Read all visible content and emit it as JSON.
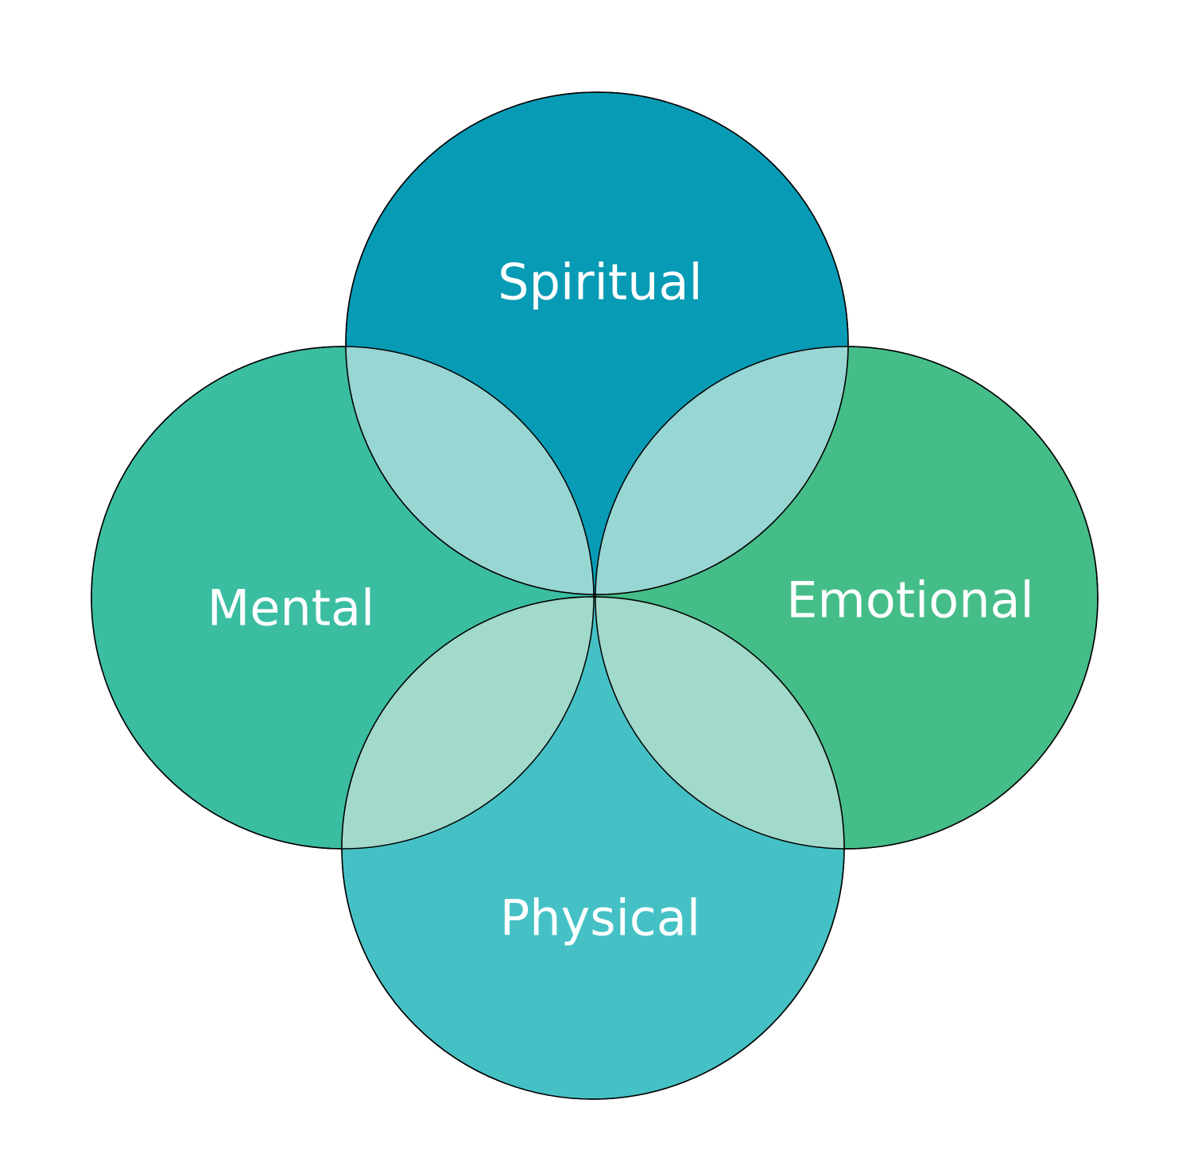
{
  "diagram": {
    "type": "four-circle venn",
    "circles": [
      {
        "id": "spiritual",
        "label": "Spiritual",
        "color": "#079BB5"
      },
      {
        "id": "mental",
        "label": "Mental",
        "color": "#3BBDA2"
      },
      {
        "id": "emotional",
        "label": "Emotional",
        "color": "#45BD88"
      },
      {
        "id": "physical",
        "label": "Physical",
        "color": "#45C1C5"
      }
    ],
    "overlaps": [
      {
        "between": [
          "spiritual",
          "mental"
        ],
        "color": "#98D6D3"
      },
      {
        "between": [
          "spiritual",
          "emotional"
        ],
        "color": "#98D6D3"
      },
      {
        "between": [
          "mental",
          "physical"
        ],
        "color": "#A1D9CB"
      },
      {
        "between": [
          "emotional",
          "physical"
        ],
        "color": "#A1D9CB"
      }
    ]
  }
}
